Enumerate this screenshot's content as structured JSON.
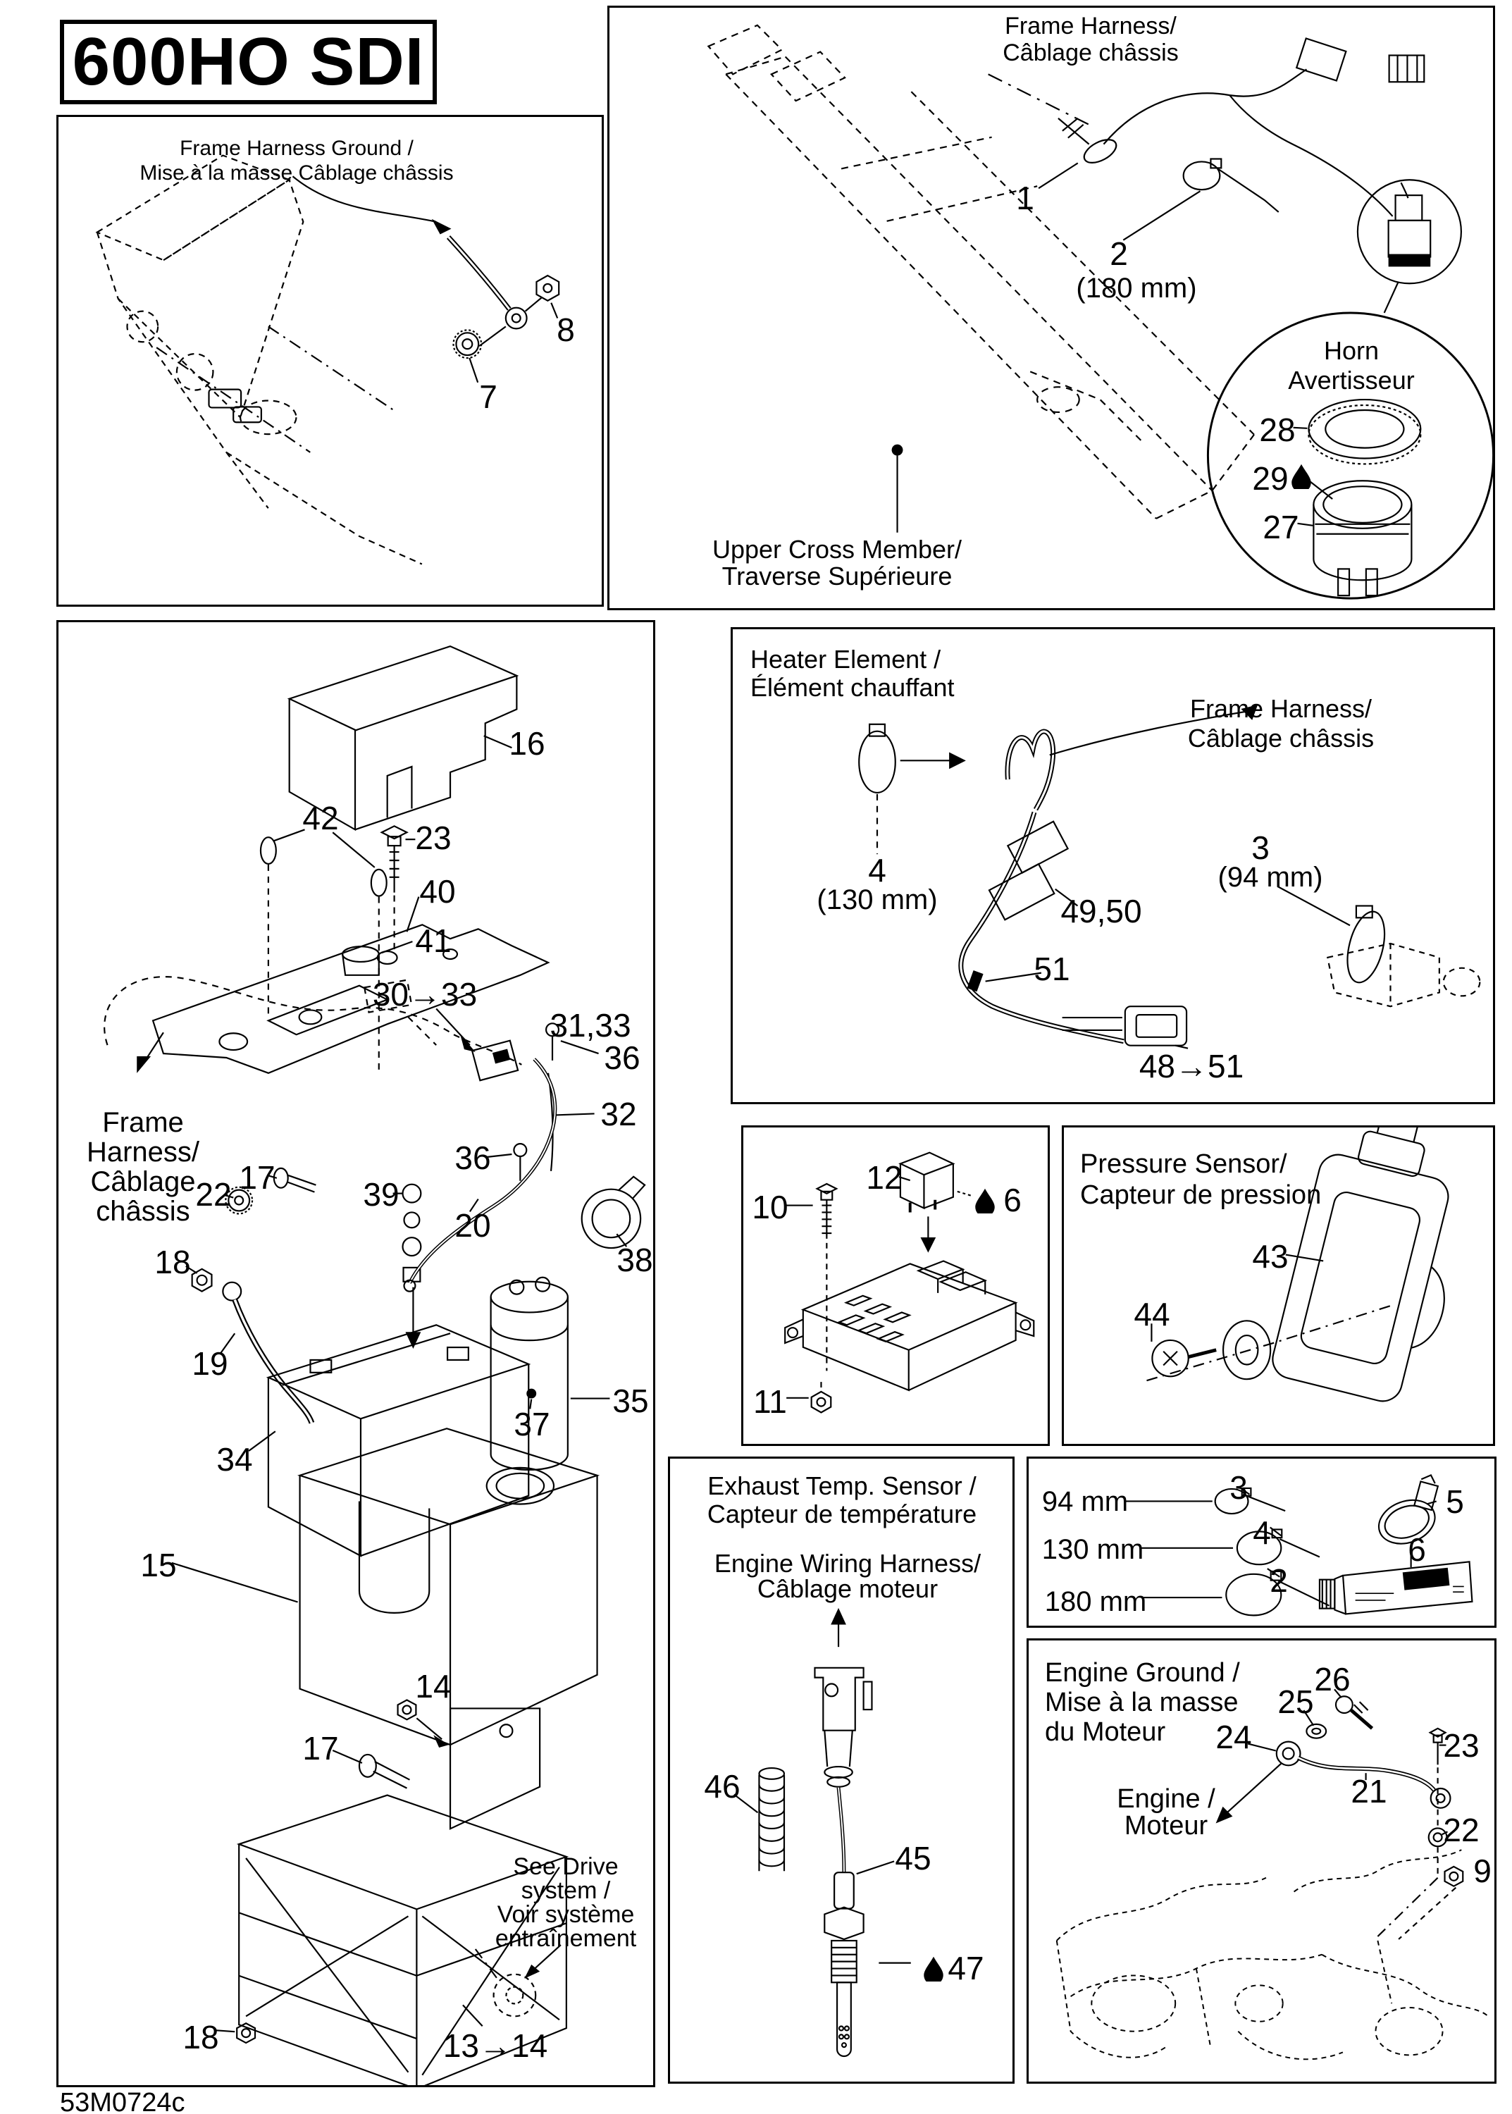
{
  "title": "600HO SDI",
  "doc_code": "53M0724c",
  "frame_ground": {
    "header_l1": "Frame Harness Ground /",
    "header_l2": "Mise à la masse Câblage châssis",
    "p8": "8",
    "p7": "7"
  },
  "frame_harness": {
    "header_l1": "Frame Harness/",
    "header_l2": "Câblage châssis",
    "p1": "1",
    "p2": "2",
    "p2_len": "(180 mm)",
    "horn_l1": "Horn",
    "horn_l2": "Avertisseur",
    "p28": "28",
    "p29": "29",
    "p27": "27",
    "cross_l1": "Upper Cross Member/",
    "cross_l2": "Traverse Supérieure"
  },
  "battery": {
    "p16": "16",
    "p42": "42",
    "p23": "23",
    "p40": "40",
    "p41": "41",
    "p30_33": "30→33",
    "p31_33": "31,33",
    "p36a": "36",
    "p32": "32",
    "p36b": "36",
    "fh_l1": "Frame",
    "fh_l2": "Harness/",
    "fh_l3": "Câblage",
    "fh_l4": "châssis",
    "p17a": "17",
    "p22": "22",
    "p39": "39",
    "p20": "20",
    "p38": "38",
    "p18a": "18",
    "p35": "35",
    "p19": "19",
    "p34": "34",
    "p37": "37",
    "p15": "15",
    "p14": "14",
    "p17b": "17",
    "drive_l1": "See Drive",
    "drive_l2": "system /",
    "drive_l3": "Voir système",
    "drive_l4": "entraînement",
    "p13_14": "13→14",
    "p18b": "18"
  },
  "heater": {
    "header_l1": "Heater Element /",
    "header_l2": "Élément chauffant",
    "fh_l1": "Frame Harness/",
    "fh_l2": "Câblage châssis",
    "p4": "4",
    "p4_len": "(130 mm)",
    "p3": "3",
    "p3_len": "(94 mm)",
    "p49_50": "49,50",
    "p51": "51",
    "p48_51": "48→51"
  },
  "fusebox": {
    "p10": "10",
    "p12": "12",
    "p6": "6",
    "p11": "11"
  },
  "pressure": {
    "header_l1": "Pressure Sensor/",
    "header_l2": "Capteur de pression",
    "p43": "43",
    "p44": "44"
  },
  "exhaust": {
    "header_l1": "Exhaust Temp. Sensor /",
    "header_l2": "Capteur de température",
    "sub_l1": "Engine Wiring Harness/",
    "sub_l2": "Câblage moteur",
    "p46": "46",
    "p45": "45",
    "p47": "47"
  },
  "ties": {
    "mm94": "94 mm",
    "mm130": "130 mm",
    "mm180": "180 mm",
    "p3": "3",
    "p4": "4",
    "p2": "2",
    "p5": "5",
    "p6": "6"
  },
  "engine_ground": {
    "header_l1": "Engine Ground /",
    "header_l2": "Mise à la masse",
    "header_l3": "du Moteur",
    "p26": "26",
    "p25": "25",
    "p24": "24",
    "p23": "23",
    "p21": "21",
    "p22": "22",
    "p9": "9",
    "engine_l1": "Engine /",
    "engine_l2": "Moteur"
  }
}
